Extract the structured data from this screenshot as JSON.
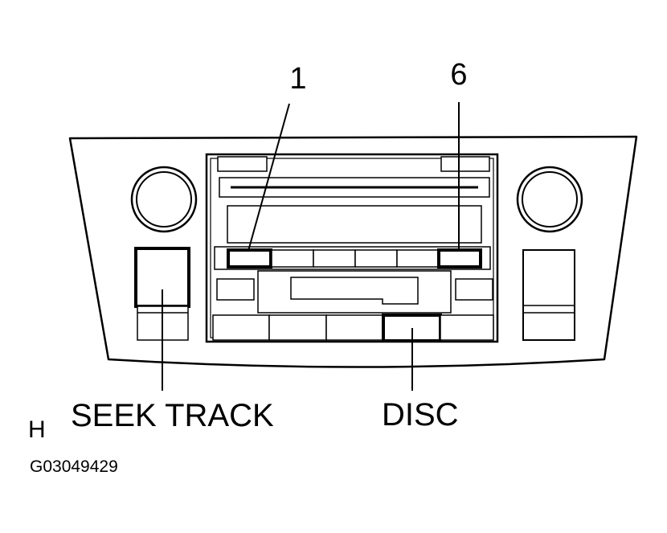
{
  "callouts": {
    "preset_1": "1",
    "preset_6": "6",
    "seek_track": "SEEK TRACK",
    "disc": "DISC"
  },
  "corner_letter": "H",
  "figure_code": "G03049429",
  "colors": {
    "line": "#000000",
    "background": "#ffffff"
  }
}
